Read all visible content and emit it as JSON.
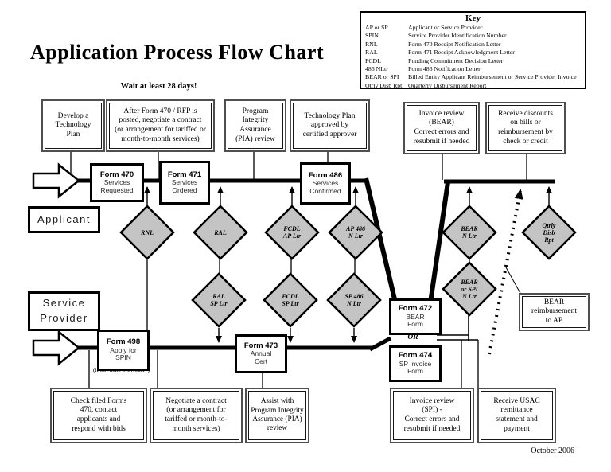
{
  "title": "Application Process Flow Chart",
  "wait_note": "Wait at least 28 days!",
  "date": "October 2006",
  "key": {
    "title": "Key",
    "entries": [
      {
        "abbr": "AP or SP",
        "desc": "Applicant or Service Provider"
      },
      {
        "abbr": "SPIN",
        "desc": "Service Provider Identification Number"
      },
      {
        "abbr": "RNL",
        "desc": "Form 470 Receipt Notification Letter"
      },
      {
        "abbr": "RAL",
        "desc": "Form 471 Receipt Acknowledgment Letter"
      },
      {
        "abbr": "FCDL",
        "desc": "Funding Commitment Decision Letter"
      },
      {
        "abbr": "486 NLtr",
        "desc": "Form 486 Notification Letter"
      },
      {
        "abbr": "BEAR or SPI",
        "desc": "Billed Entity Applicant Reimbursement or Service Provider Invoice"
      },
      {
        "abbr": "Qtrly Disb Rpt",
        "desc": "Quarterly Disbursement Report"
      }
    ]
  },
  "lanes": {
    "applicant": "Applicant",
    "service_provider": "Service\nProvider"
  },
  "top_boxes": {
    "develop": "Develop a\nTechnology\nPlan",
    "negotiate": "After Form 470 / RFP is\nposted, negotiate a contract\n(or arrangement for tariffed or\nmonth-to-month services)",
    "pia": "Program\nIntegrity\nAssurance\n(PIA) review",
    "tech_approved": "Technology Plan\napproved by\ncertified approver",
    "invoice_bear": "Invoice review\n(BEAR)\nCorrect errors and\nresubmit if needed",
    "discounts": "Receive discounts\non bills or\nreimbursement by\ncheck or credit"
  },
  "forms": {
    "f470": {
      "title": "Form 470",
      "body": "Services\nRequested"
    },
    "f471": {
      "title": "Form 471",
      "body": "Services\nOrdered"
    },
    "f486": {
      "title": "Form 486",
      "body": "Services\nConfirmed"
    },
    "f498": {
      "title": "Form 498",
      "body": "Apply for\nSPIN"
    },
    "f498_note": "(if not done previously)",
    "f473": {
      "title": "Form 473",
      "body": "Annual\nCert"
    },
    "f472": {
      "title": "Form 472",
      "body": "BEAR\nForm"
    },
    "or_label": "OR",
    "f474": {
      "title": "Form 474",
      "body": "SP Invoice\nForm"
    }
  },
  "diamonds": [
    {
      "id": "rnl",
      "label": "RNL"
    },
    {
      "id": "ral",
      "label": "RAL"
    },
    {
      "id": "fcdl-ap-ltr",
      "label": "FCDL\nAP Ltr"
    },
    {
      "id": "ap-486-n-ltr",
      "label": "AP 486\nN Ltr"
    },
    {
      "id": "bear-n-ltr",
      "label": "BEAR\nN Ltr"
    },
    {
      "id": "qtrly-disb-rpt",
      "label": "Qtrly\nDisb\nRpt"
    },
    {
      "id": "bear-or-spi-n-ltr",
      "label": "BEAR\nor SPI\nN Ltr"
    },
    {
      "id": "ral-sp-ltr",
      "label": "RAL\nSP Ltr"
    },
    {
      "id": "fcdl-sp-ltr",
      "label": "FCDL\nSP Ltr"
    },
    {
      "id": "sp-486-n-ltr",
      "label": "SP 486\nN Ltr"
    }
  ],
  "bottom_boxes": {
    "check_470": "Check filed Forms\n470, contact\napplicants and\nrespond with bids",
    "negotiate_sp": "Negotiate a contract\n(or arrangement for\ntariffed or month-to-\nmonth services)",
    "assist_pia": "Assist with\nProgram Integrity\nAssurance (PIA)\nreview",
    "invoice_spi": "Invoice review\n(SPI) -\nCorrect errors and\nresubmit if needed",
    "usac": "Receive USAC\nremittance\nstatement and\npayment"
  },
  "callouts": {
    "bear_reimbursement": "BEAR\nreimbursement\nto AP"
  },
  "colors": {
    "diamond_fill": "#c4c4c4",
    "line": "#000000"
  }
}
